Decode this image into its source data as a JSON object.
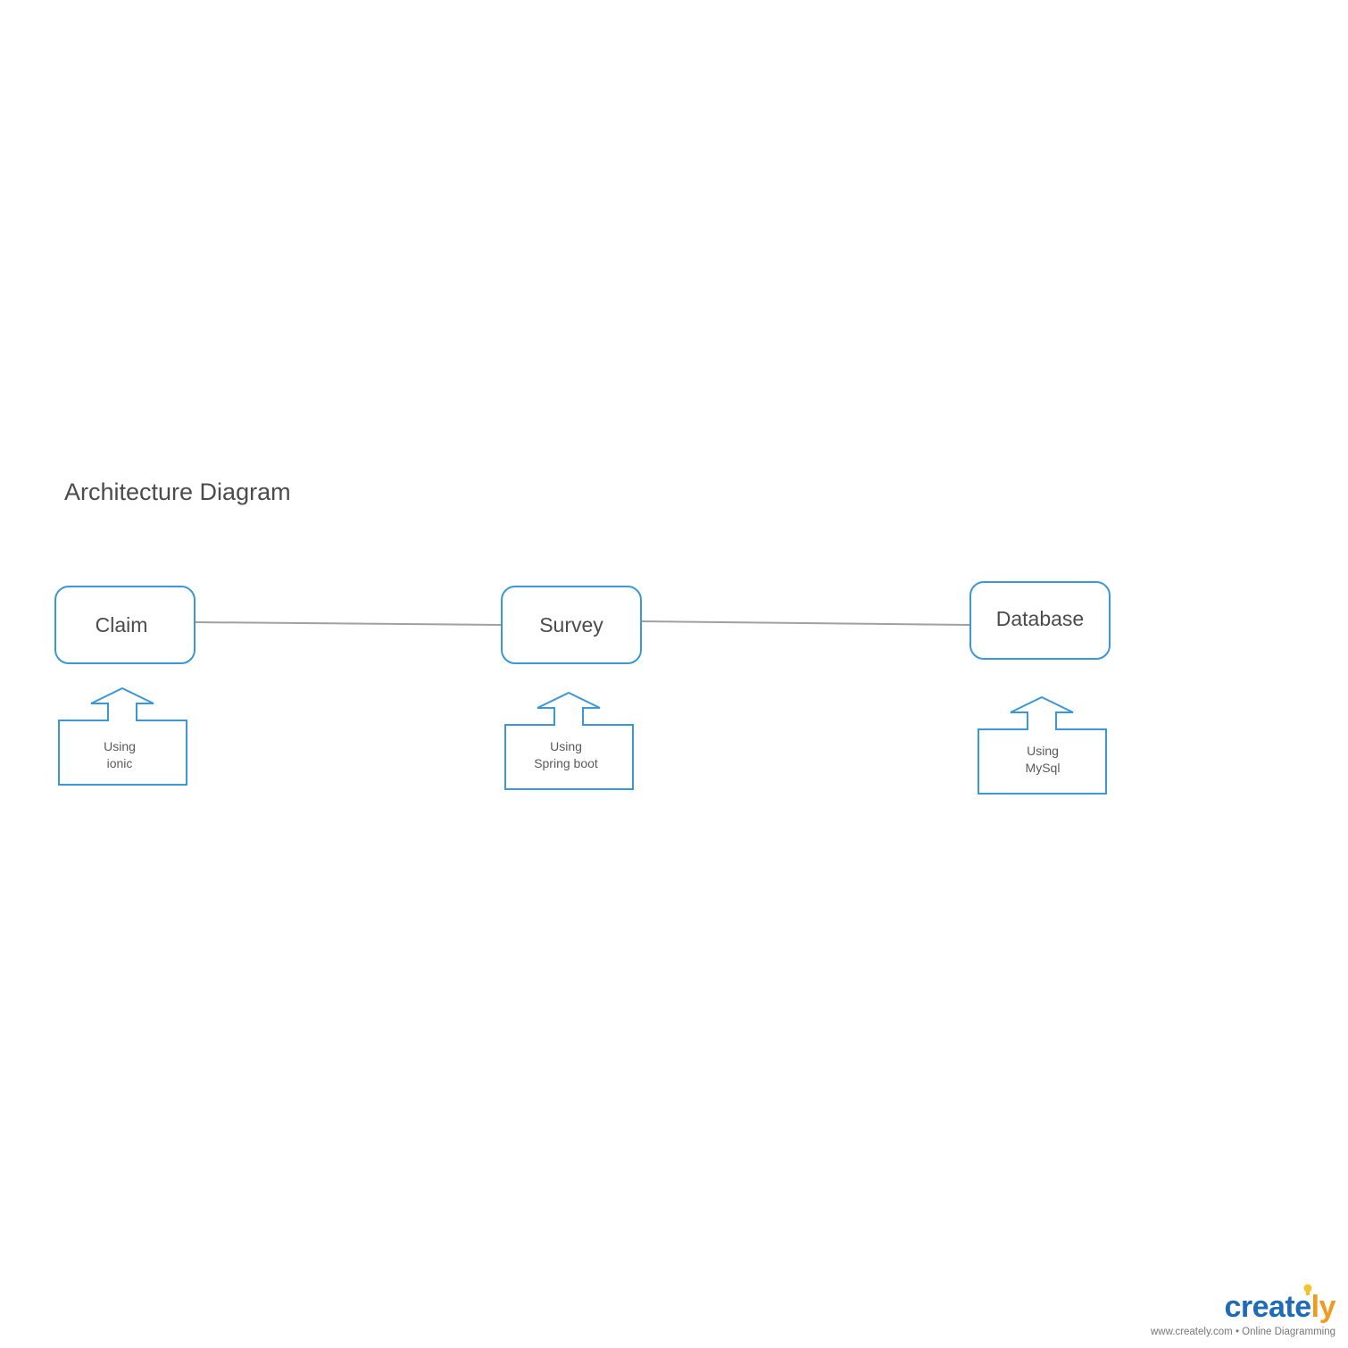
{
  "diagram": {
    "title": "Architecture Diagram",
    "nodes": [
      {
        "id": "claim",
        "label": "Claim",
        "note_lines": [
          "Using",
          "ionic"
        ]
      },
      {
        "id": "survey",
        "label": "Survey",
        "note_lines": [
          "Using",
          "Spring boot"
        ]
      },
      {
        "id": "database",
        "label": "Database",
        "note_lines": [
          "Using",
          "MySql"
        ]
      }
    ],
    "connections": [
      {
        "from": "claim",
        "to": "survey"
      },
      {
        "from": "survey",
        "to": "database"
      }
    ]
  },
  "colors": {
    "shape_stroke": "#3a97d8",
    "connector": "#a0a0a0",
    "text": "#4b4b4b",
    "brand_blue": "#1e6bb8",
    "brand_orange": "#f29a1f"
  },
  "watermark": {
    "brand_main": "create",
    "brand_accent": "ly",
    "tagline": "www.creately.com • Online Diagramming"
  }
}
